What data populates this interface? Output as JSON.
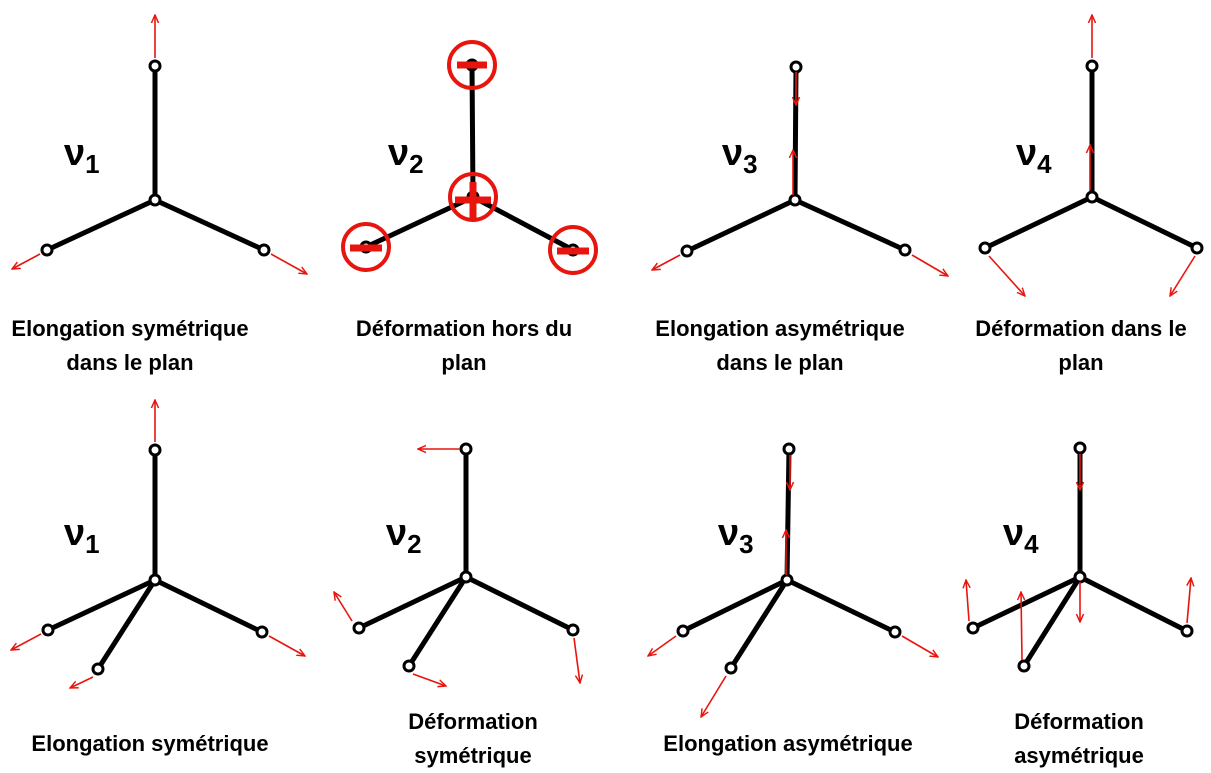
{
  "colors": {
    "bond": "#000000",
    "arrow": "#e8150f",
    "sign": "#e8150f",
    "background": "#ffffff"
  },
  "top_row": [
    {
      "mode": "ν",
      "index": "1",
      "caption": "Elongation symétrique\ndans le plan"
    },
    {
      "mode": "ν",
      "index": "2",
      "caption": "Déformation hors du\nplan"
    },
    {
      "mode": "ν",
      "index": "3",
      "caption": "Elongation asymétrique\ndans le plan"
    },
    {
      "mode": "ν",
      "index": "4",
      "caption": "Déformation dans le\nplan"
    }
  ],
  "bottom_row": [
    {
      "mode": "ν",
      "index": "1",
      "caption": "Elongation symétrique"
    },
    {
      "mode": "ν",
      "index": "2",
      "caption": "Déformation\nsymétrique"
    },
    {
      "mode": "ν",
      "index": "3",
      "caption": "Elongation asymétrique"
    },
    {
      "mode": "ν",
      "index": "4",
      "caption": "Déformation\nasymétrique"
    }
  ]
}
